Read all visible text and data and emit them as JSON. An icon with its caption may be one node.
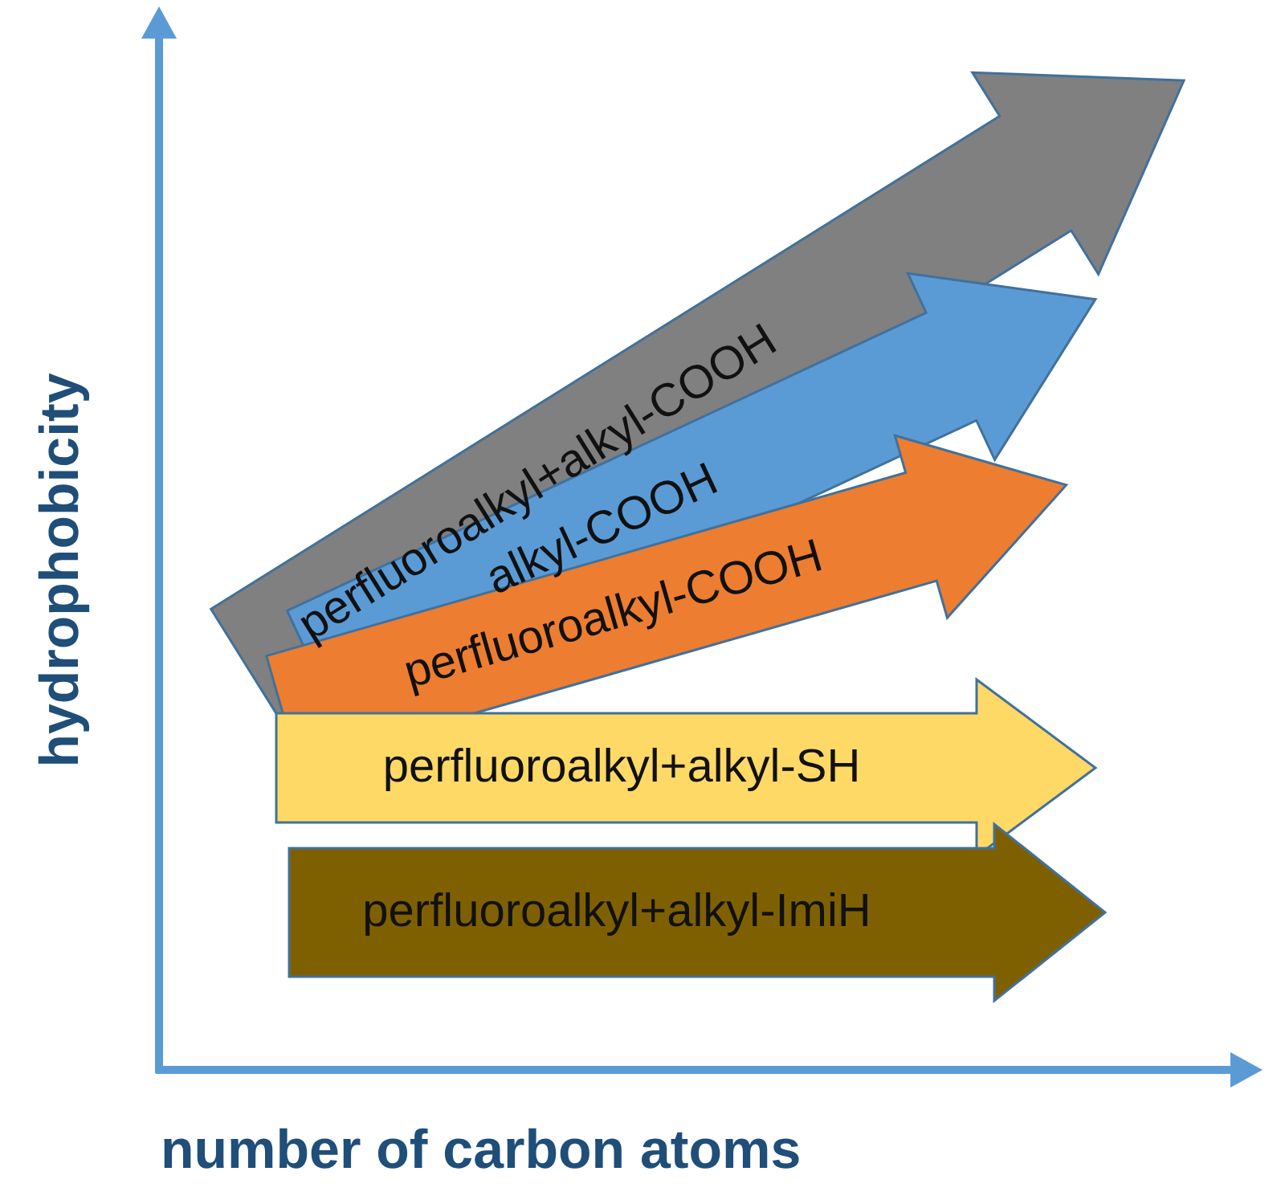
{
  "diagram": {
    "nodes": [
      {
        "text": [
          "perfluoroalkyl+alkyl-COOH"
        ]
      },
      {
        "text": [
          "alkyl-COOH"
        ]
      },
      {
        "text": [
          "perfluoroalkyl-COOH"
        ]
      },
      {
        "text": [
          "perfluoroalkyl+alkyl-SH"
        ]
      },
      {
        "text": [
          "perfluoroalkyl+alkyl-ImiH"
        ]
      }
    ],
    "labels": [
      "hydrophobicity",
      "number of carbon atoms"
    ]
  }
}
